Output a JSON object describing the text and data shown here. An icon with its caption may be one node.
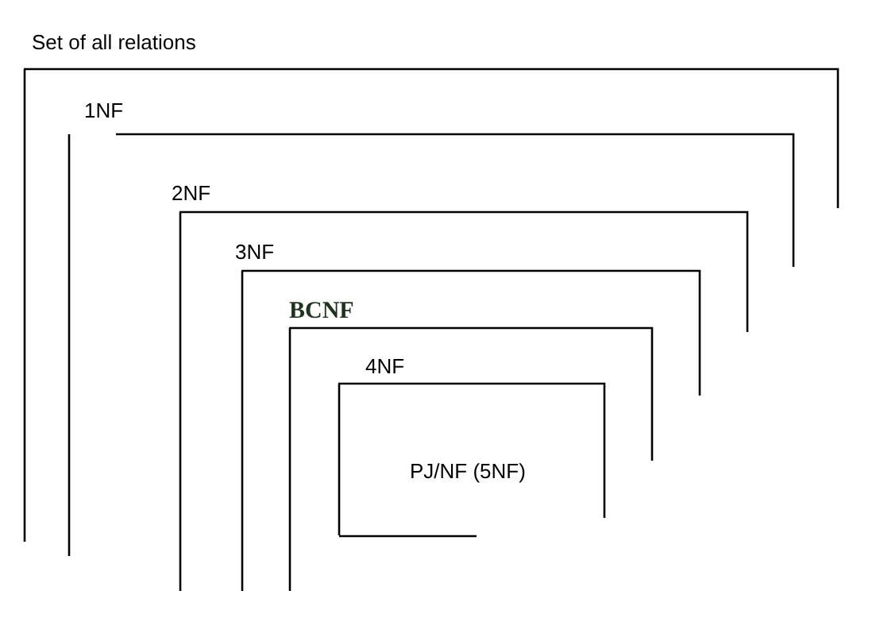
{
  "diagram": {
    "nodes": [
      {
        "text": [
          "Set of all relations"
        ]
      },
      {
        "text": [
          "1NF"
        ],
        "in": 0
      },
      {
        "text": [
          "2NF"
        ],
        "in": 1
      },
      {
        "text": [
          "3NF"
        ],
        "in": 2
      },
      {
        "text": [
          "BCNF"
        ],
        "in": 3
      },
      {
        "text": [
          "4NF"
        ],
        "in": 4
      },
      {
        "text": [
          "PJ/NF (5NF)"
        ],
        "in": 5
      }
    ],
    "edges": []
  }
}
